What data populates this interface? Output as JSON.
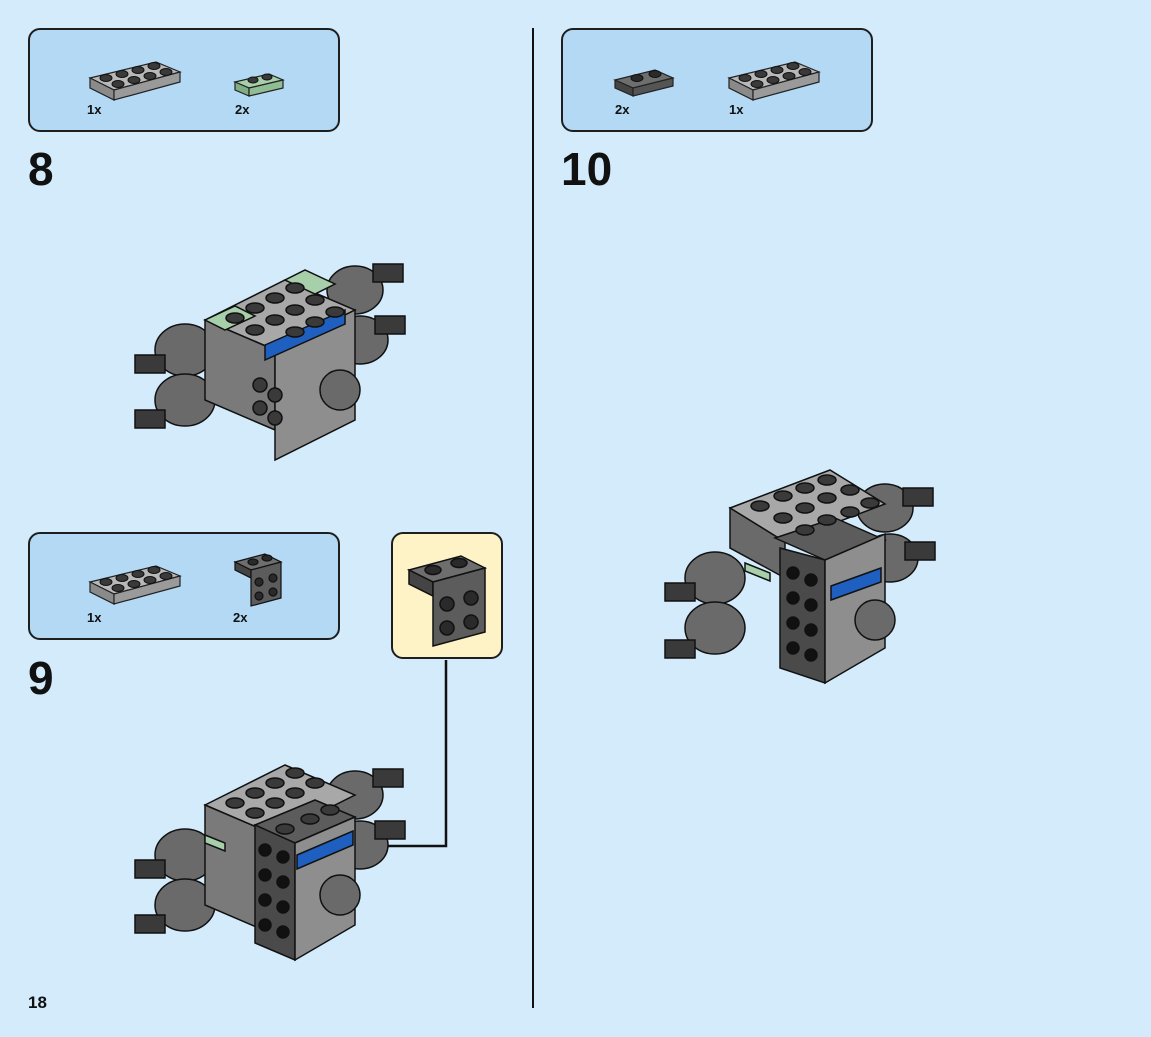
{
  "page": {
    "number": "18"
  },
  "steps": [
    {
      "number": "8",
      "parts": [
        {
          "qty": "1x",
          "icon": "plate-2x4-light-gray",
          "color": "#a8a8a8"
        },
        {
          "qty": "2x",
          "icon": "plate-1x2-sand-green",
          "color": "#a6cfaa"
        }
      ]
    },
    {
      "number": "9",
      "parts": [
        {
          "qty": "1x",
          "icon": "plate-2x4-light-gray",
          "color": "#a8a8a8"
        },
        {
          "qty": "2x",
          "icon": "bracket-2x2-dark-gray",
          "color": "#5c5c5c"
        }
      ]
    },
    {
      "number": "10",
      "parts": [
        {
          "qty": "2x",
          "icon": "plate-1x2-dark-gray",
          "color": "#5c5c5c"
        },
        {
          "qty": "1x",
          "icon": "plate-2x4-light-gray",
          "color": "#a8a8a8"
        }
      ]
    }
  ],
  "colors": {
    "background": "#d3ebfb",
    "parts_box": "#b3d9f5",
    "callout": "#fdf3c6",
    "accent_blue": "#1f5fc0"
  }
}
